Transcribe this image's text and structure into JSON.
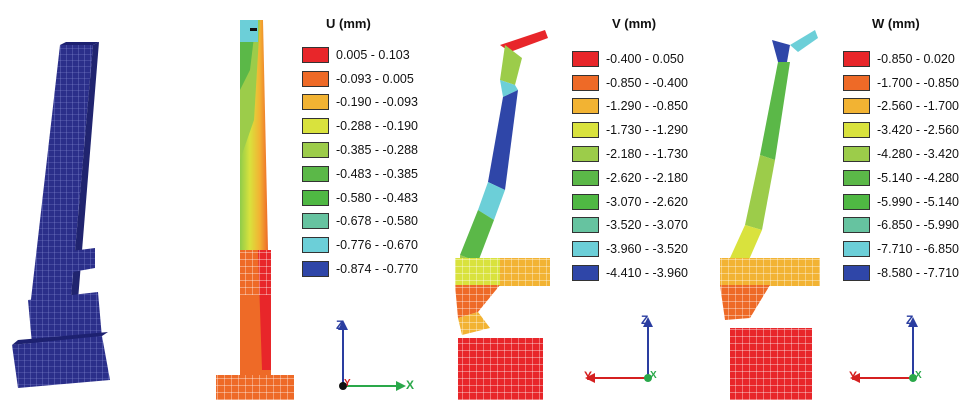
{
  "palette": [
    "#e8262a",
    "#ee6a27",
    "#f2b333",
    "#d9e23d",
    "#9ccc4a",
    "#5bb848",
    "#4fb843",
    "#66c3a0",
    "#6ccfd8",
    "#2f46a8"
  ],
  "panels": [
    {
      "title": "U (mm)",
      "ranges": [
        "0.005 - 0.103",
        "-0.093 - 0.005",
        "-0.190 - -0.093",
        "-0.288 - -0.190",
        "-0.385 - -0.288",
        "-0.483 - -0.385",
        "-0.580 - -0.483",
        "-0.678 - -0.580",
        "-0.776 - -0.670",
        "-0.874 - -0.770"
      ],
      "axes": {
        "vertical": "Z",
        "horizontal": "X",
        "depth": "Y"
      }
    },
    {
      "title": "V (mm)",
      "ranges": [
        "-0.400 - 0.050",
        "-0.850 - -0.400",
        "-1.290 - -0.850",
        "-1.730 - -1.290",
        "-2.180 - -1.730",
        "-2.620 - -2.180",
        "-3.070 - -2.620",
        "-3.520 - -3.070",
        "-3.960 - -3.520",
        "-4.410 - -3.960"
      ],
      "axes": {
        "vertical": "Z",
        "horizontal": "Y",
        "depth": "X"
      }
    },
    {
      "title": "W (mm)",
      "ranges": [
        "-0.850 - 0.020",
        "-1.700 - -0.850",
        "-2.560 - -1.700",
        "-3.420 - -2.560",
        "-4.280 - -3.420",
        "-5.140 - -4.280",
        "-5.990 - -5.140",
        "-6.850 - -5.990",
        "-7.710 - -6.850",
        "-8.580 - -7.710"
      ],
      "axes": {
        "vertical": "Z",
        "horizontal": "Y",
        "depth": "X"
      }
    }
  ],
  "colors": {
    "mesh": "#2b2f8a",
    "axis_z": "#2a3da0",
    "axis_h_x": "#2aa84a",
    "axis_h_y": "#d52020"
  }
}
